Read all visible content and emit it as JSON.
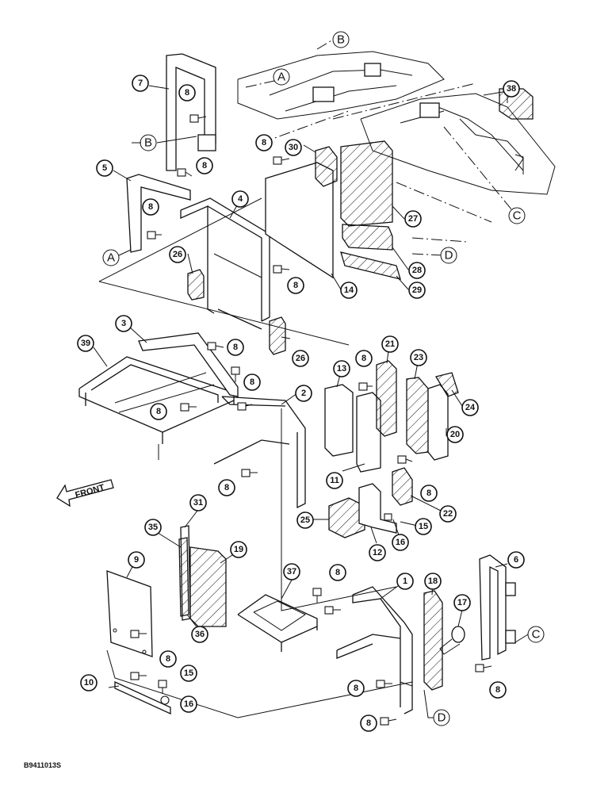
{
  "figure_code": "B9411013S",
  "front_label": "FRONT",
  "callouts": [
    "1",
    "2",
    "3",
    "4",
    "5",
    "6",
    "7",
    "8",
    "9",
    "10",
    "11",
    "12",
    "13",
    "14",
    "15",
    "16",
    "17",
    "18",
    "19",
    "20",
    "21",
    "22",
    "23",
    "24",
    "25",
    "26",
    "27",
    "28",
    "29",
    "30",
    "31",
    "35",
    "36",
    "37",
    "38",
    "39"
  ],
  "reference_letters": [
    "A",
    "B",
    "C",
    "D"
  ]
}
